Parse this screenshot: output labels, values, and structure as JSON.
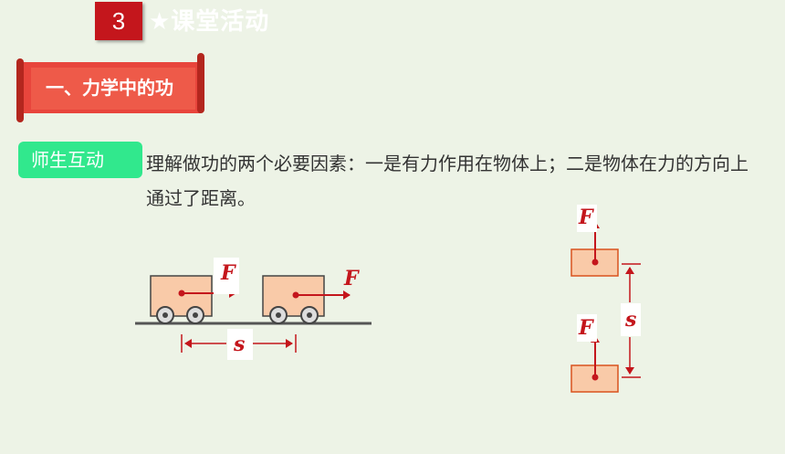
{
  "header": {
    "section_number": "3",
    "section_title": "★课堂活动"
  },
  "banner": {
    "label": "一、力学中的功"
  },
  "tag": {
    "label": "师生互动"
  },
  "paragraph": {
    "text": "理解做功的两个必要因素：一是有力作用在物体上；二是物体在力的方向上通过了距离。"
  },
  "diagram": {
    "cart_force_label_1": "F",
    "cart_force_label_2": "F",
    "cart_distance_label": "s",
    "block_force_label_1": "F",
    "block_force_label_2": "F",
    "block_distance_label": "s",
    "colors": {
      "arrow": "#c4161c",
      "block_fill": "#f9caa8",
      "block_stroke": "#d9531e",
      "ground": "#555555"
    }
  }
}
